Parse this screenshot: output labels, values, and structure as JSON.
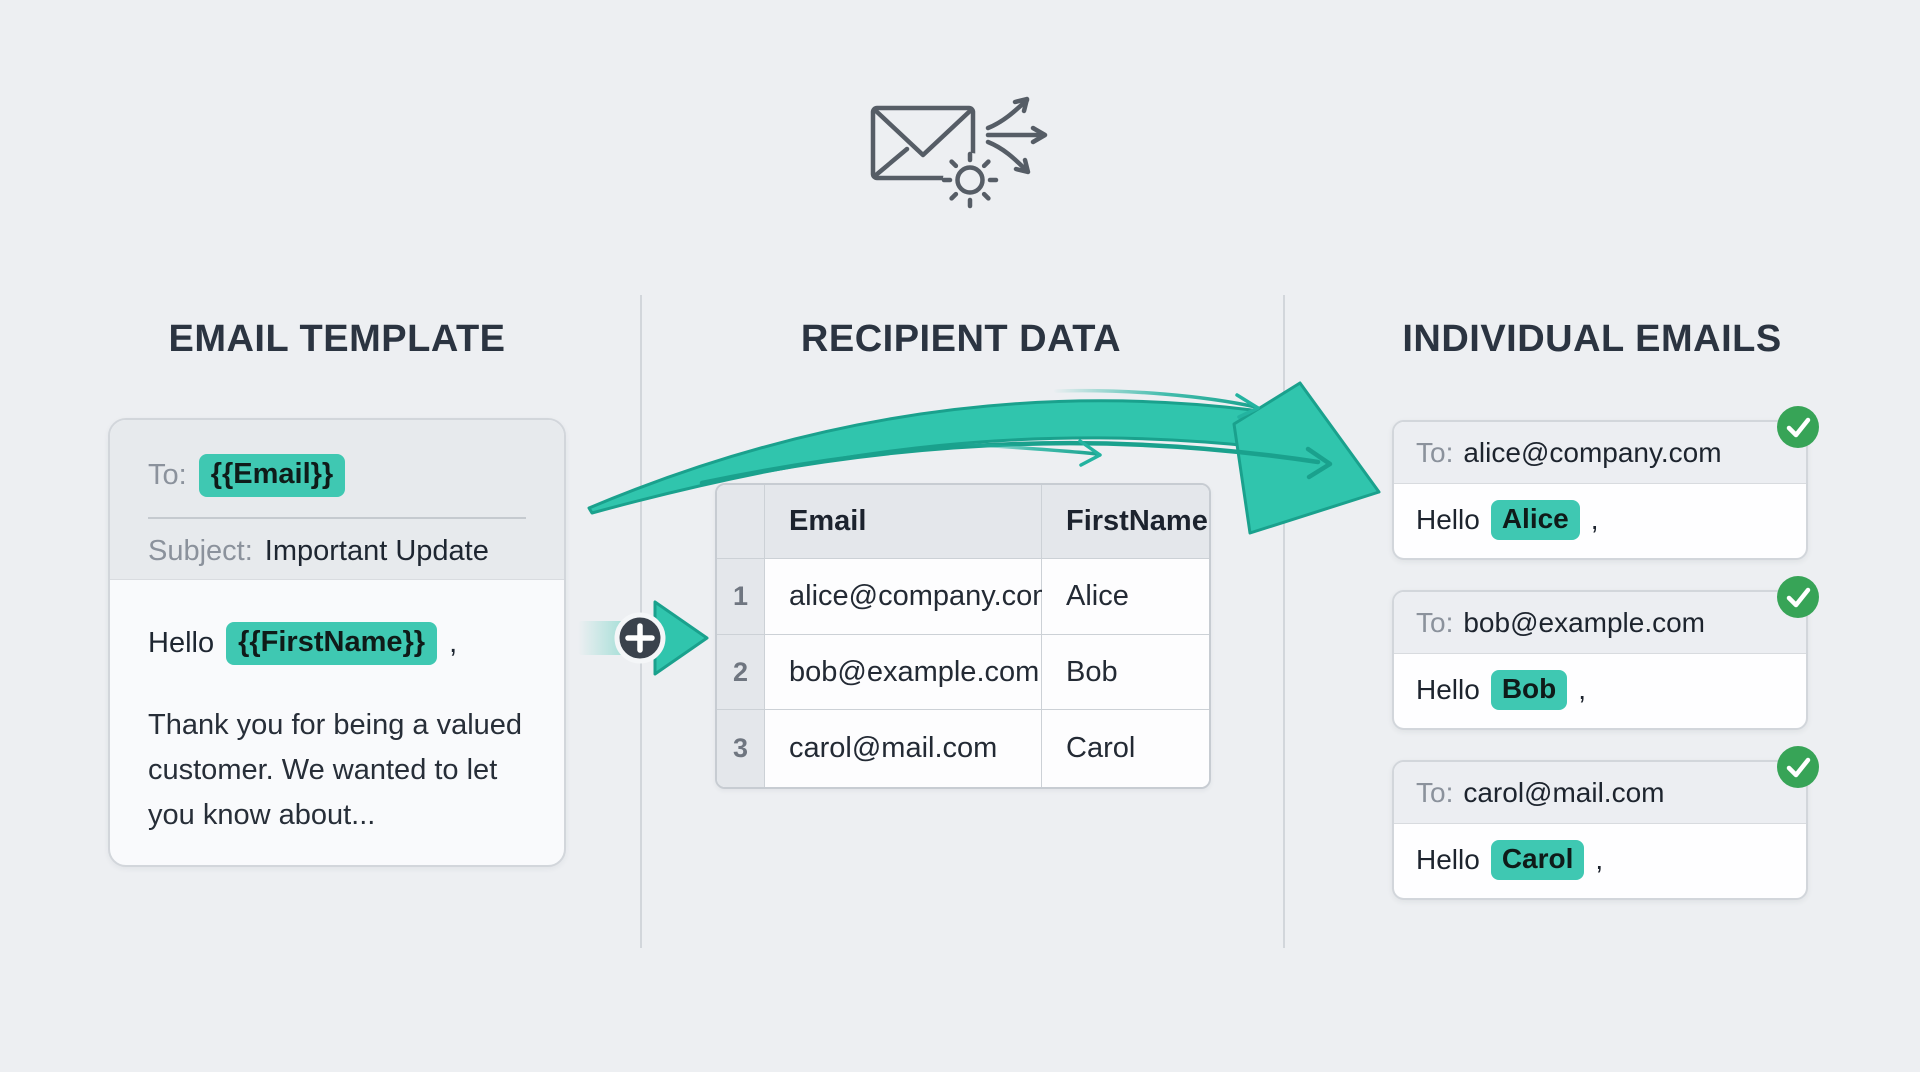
{
  "titles": {
    "template": "EMAIL TEMPLATE",
    "recipients": "RECIPIENT DATA",
    "individual": "INDIVIDUAL EMAILS"
  },
  "template_card": {
    "to_label": "To:",
    "to_value": "{{Email}}",
    "subject_label": "Subject:",
    "subject_value": "Important Update",
    "greeting_prefix": "Hello",
    "greeting_variable": "{{FirstName}}",
    "greeting_comma": ",",
    "body_text": "Thank you for being a valued customer. We wanted to let you know about..."
  },
  "recipient_table": {
    "header_email": "Email",
    "header_first_name": "FirstName",
    "rows": [
      {
        "num": "1",
        "email": "alice@company.com",
        "first_name": "Alice"
      },
      {
        "num": "2",
        "email": "bob@example.com",
        "first_name": "Bob"
      },
      {
        "num": "3",
        "email": "carol@mail.com",
        "first_name": "Carol"
      }
    ]
  },
  "email_cards": [
    {
      "to_label": "To:",
      "to_value": "alice@company.com",
      "greeting_prefix": "Hello",
      "name": "Alice",
      "comma": ","
    },
    {
      "to_label": "To:",
      "to_value": "bob@example.com",
      "greeting_prefix": "Hello",
      "name": "Bob",
      "comma": ","
    },
    {
      "to_label": "To:",
      "to_value": "carol@mail.com",
      "greeting_prefix": "Hello",
      "name": "Carol",
      "comma": ","
    }
  ],
  "icons": {
    "header_icon": "envelope-gear-fanout-icon",
    "merge_arrow": "curved-merge-arrow-icon",
    "plus_badge": "plus-circle-icon",
    "success_badge": "check-circle-icon"
  },
  "colors": {
    "background": "#edeff2",
    "title_text": "#2b3441",
    "accent_teal": "#3fc8b2",
    "arrow_teal": "#30c5ad",
    "arrow_teal_dark": "#1aa18d",
    "success_green": "#37a457",
    "plus_badge_bg": "#3a424c"
  }
}
